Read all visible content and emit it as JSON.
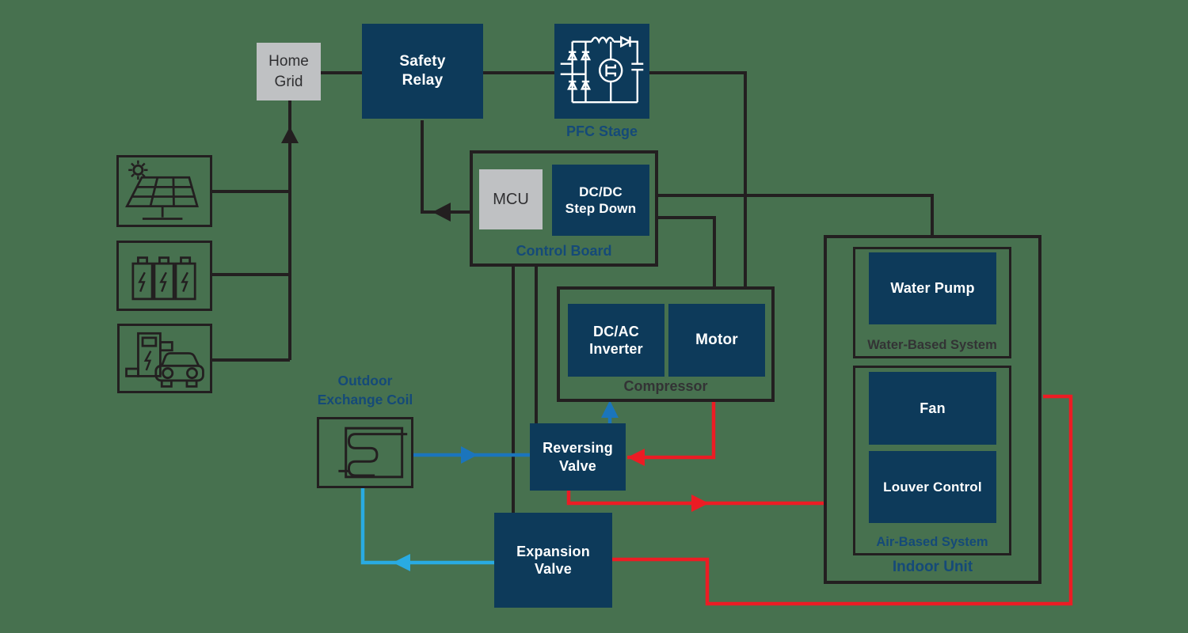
{
  "diagram": "heat-pump-system-block-diagram",
  "colors": {
    "background": "#47714F",
    "navy_box": "#0d3a5a",
    "gray_box": "#bfc1c3",
    "line_black": "#231f20",
    "line_red": "#ec1c24",
    "line_blue": "#1b75bc",
    "line_cyan": "#29abe2",
    "label_navy": "#154a78",
    "label_dark": "#333335",
    "box_text_white": "#ffffff"
  },
  "nodes": {
    "home_grid": {
      "lines": [
        "Home",
        "Grid"
      ]
    },
    "safety_relay": {
      "lines": [
        "Safety",
        "Relay"
      ]
    },
    "pfc_stage": {
      "label": "PFC Stage",
      "icon": "pfc-circuit-icon"
    },
    "control_board": {
      "label": "Control Board"
    },
    "mcu": {
      "label": "MCU"
    },
    "dcdc_step_down": {
      "lines": [
        "DC/DC",
        "Step Down"
      ]
    },
    "compressor": {
      "label": "Compressor"
    },
    "dcac_inverter": {
      "lines": [
        "DC/AC",
        "Inverter"
      ]
    },
    "motor": {
      "label": "Motor"
    },
    "outdoor_exchange_coil": {
      "lines": [
        "Outdoor",
        "Exchange Coil"
      ],
      "icon": "coil-icon"
    },
    "reversing_valve": {
      "lines": [
        "Reversing",
        "Valve"
      ]
    },
    "expansion_valve": {
      "lines": [
        "Expansion",
        "Valve"
      ]
    },
    "indoor_unit": {
      "label": "Indoor Unit"
    },
    "water_based_system": {
      "label": "Water-Based System"
    },
    "water_pump": {
      "label": "Water Pump"
    },
    "air_based_system": {
      "label": "Air-Based System"
    },
    "fan": {
      "label": "Fan"
    },
    "louver_control": {
      "label": "Louver Control"
    },
    "solar_source": {
      "icon": "solar-panel-icon"
    },
    "battery_source": {
      "icon": "battery-bank-icon"
    },
    "ev_source": {
      "icon": "ev-charging-icon"
    }
  }
}
